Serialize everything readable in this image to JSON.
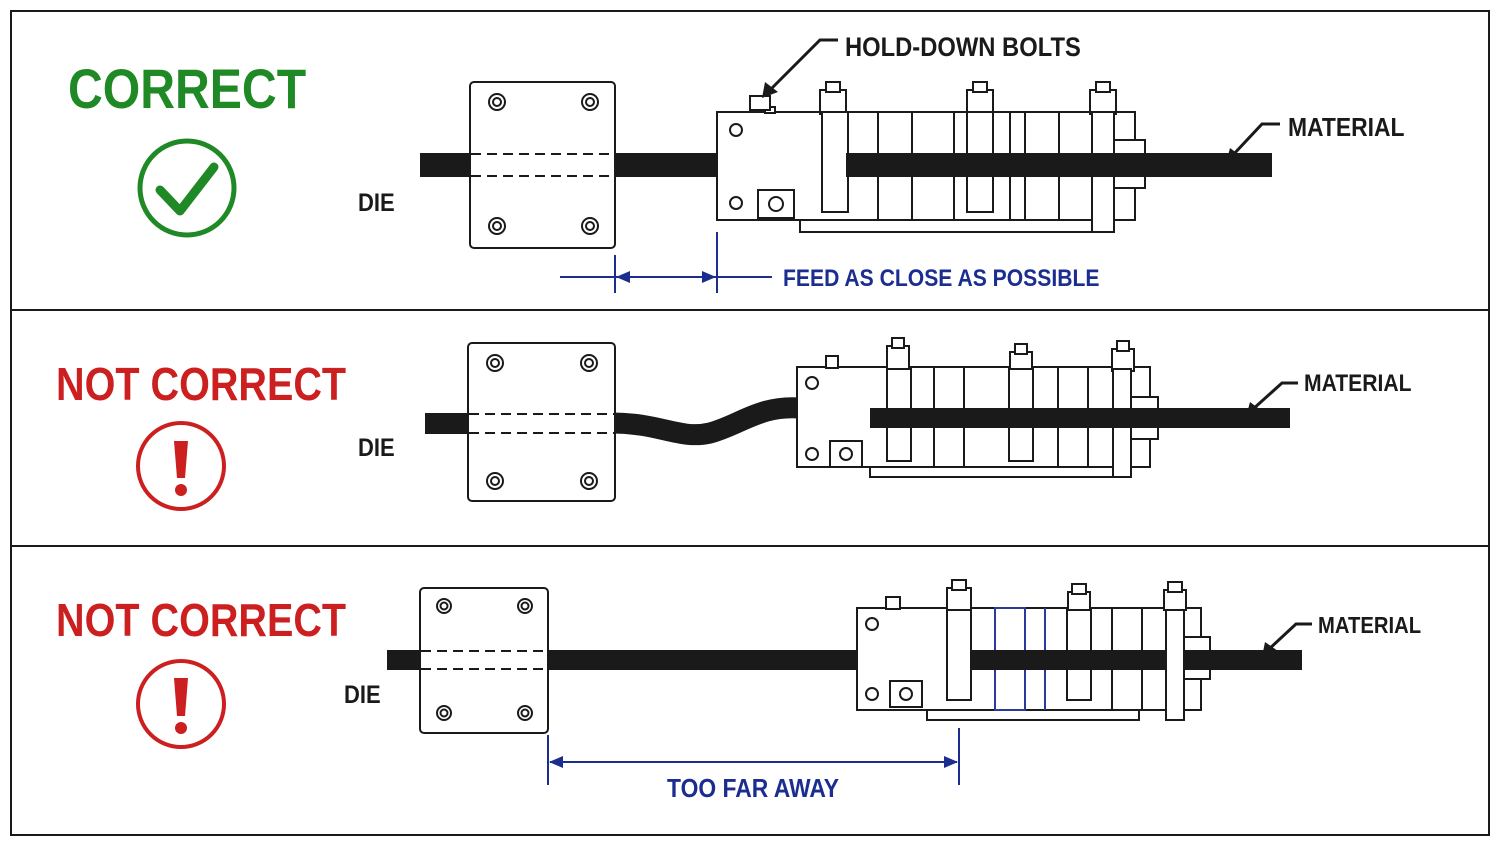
{
  "colors": {
    "correct_green": "#1f8a25",
    "incorrect_red": "#cc1f1f",
    "dimension_blue": "#1b2d8f",
    "line_black": "#1a1a1a"
  },
  "panels": [
    {
      "status": "CORRECT",
      "status_icon": "checkmark-circle-icon",
      "die_label": "DIE",
      "material_label": "MATERIAL",
      "bolts_label": "HOLD-DOWN BOLTS",
      "dimension_label": "FEED AS CLOSE AS POSSIBLE"
    },
    {
      "status": "NOT CORRECT",
      "status_icon": "exclamation-circle-icon",
      "die_label": "DIE",
      "material_label": "MATERIAL"
    },
    {
      "status": "NOT CORRECT",
      "status_icon": "exclamation-circle-icon",
      "die_label": "DIE",
      "material_label": "MATERIAL",
      "dimension_label": "TOO FAR AWAY"
    }
  ]
}
